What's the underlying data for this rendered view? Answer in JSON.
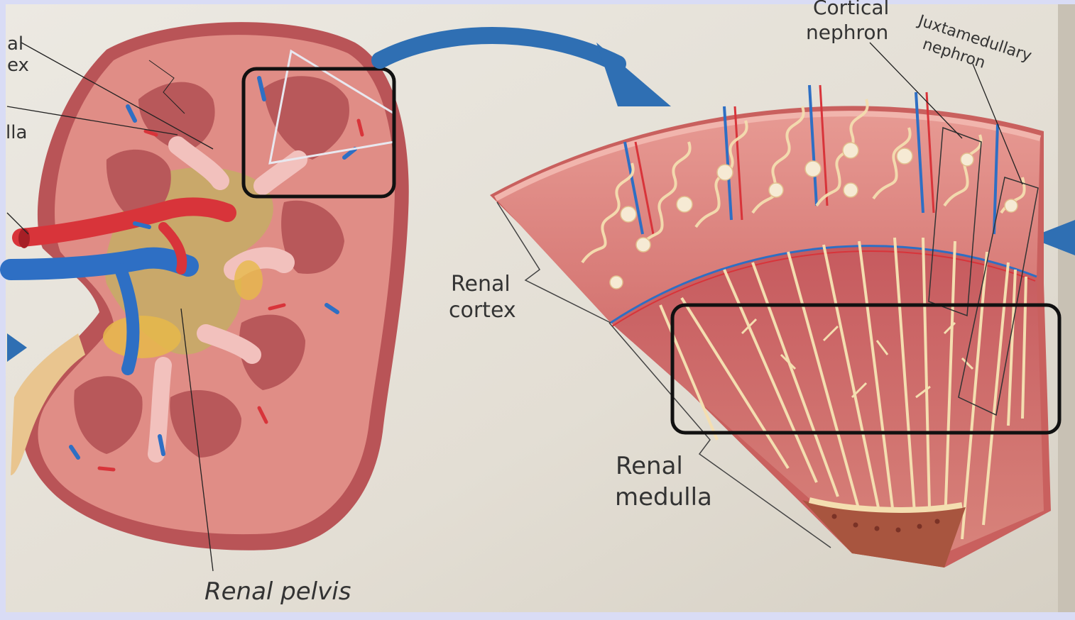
{
  "labels": {
    "cortex_partial_a": "al",
    "cortex_partial_b": "ex",
    "medulla_partial": "lla",
    "renal_pelvis": "Renal pelvis",
    "renal_cortex_line1": "Renal",
    "renal_cortex_line2": "cortex",
    "renal_medulla_line1": "Renal",
    "renal_medulla_line2": "medulla",
    "cortical_nephron_line1": "Cortical",
    "cortical_nephron_line2": "nephron",
    "juxta_line1": "Juxtamedullary",
    "juxta_line2": "nephron"
  },
  "colors": {
    "page_bg": "#e6e2d9",
    "kidney_outer": "#c9605e",
    "kidney_cortex": "#e08d86",
    "pyramid": "#b8585a",
    "pelvis": "#c9a86a",
    "artery": "#d8343a",
    "vein": "#2e6fc4",
    "tubule": "#f4deb0",
    "arrow": "#2f6fb3",
    "highlight_box": "#111111"
  }
}
